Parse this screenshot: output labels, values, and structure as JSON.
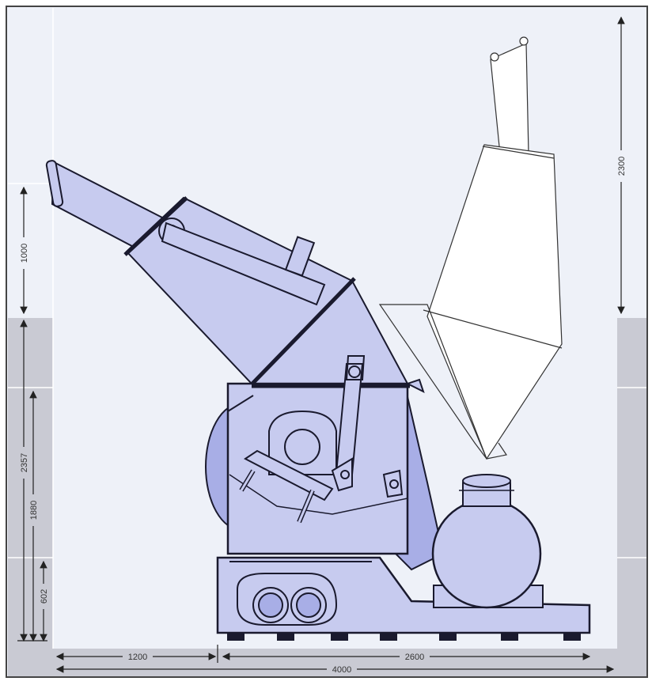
{
  "colors": {
    "background": "#eef1f8",
    "floor_band": "#c9cad3",
    "machine_fill": "#c7cbef",
    "machine_fill_dark": "#a8aee6",
    "outline": "#1a1a2e",
    "dimension_line": "#222222"
  },
  "dimensions": {
    "hopper_height": "1000",
    "total_height": "2357",
    "inlet_height": "1880",
    "base_height": "602",
    "raised_height": "2300",
    "front_length": "1200",
    "rear_length": "2600",
    "total_length": "4000"
  },
  "icons": {
    "arrow": "arrow-icon"
  }
}
